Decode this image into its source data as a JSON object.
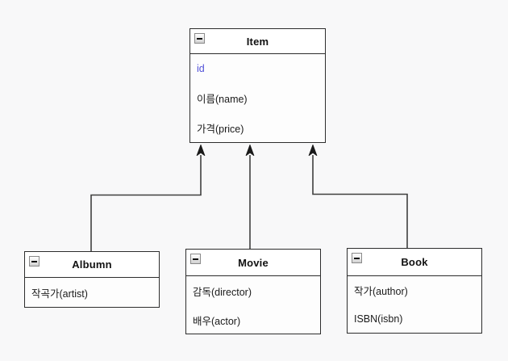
{
  "canvas": {
    "background": "#f8f8f9",
    "colors": {
      "box_title_fill": "#ffffff",
      "box_body_fill": "#fdfdfd",
      "box_border": "#2d2d2d",
      "connector": "#3f3f3f",
      "id_field_text": "#5050d8",
      "field_text": "#1a1a1a"
    }
  },
  "diagram": {
    "classes": [
      {
        "title": "Item",
        "collapse_icon": "minus-icon",
        "fields": [
          {
            "text": "id"
          },
          {
            "text": "이름(name)"
          },
          {
            "text": "가격(price)"
          }
        ]
      },
      {
        "title": "Albumn",
        "collapse_icon": "minus-icon",
        "fields": [
          {
            "text": "작곡가(artist)"
          }
        ]
      },
      {
        "title": "Movie",
        "collapse_icon": "minus-icon",
        "fields": [
          {
            "text": "감독(director)"
          },
          {
            "text": "배우(actor)"
          }
        ]
      },
      {
        "title": "Book",
        "collapse_icon": "minus-icon",
        "fields": [
          {
            "text": "작가(author)"
          },
          {
            "text": "ISBN(isbn)"
          }
        ]
      }
    ],
    "relations": [
      {
        "from": "Albumn",
        "to": "Item",
        "style": "orthogonal-arrow"
      },
      {
        "from": "Movie",
        "to": "Item",
        "style": "straight-arrow"
      },
      {
        "from": "Book",
        "to": "Item",
        "style": "orthogonal-arrow"
      }
    ]
  }
}
